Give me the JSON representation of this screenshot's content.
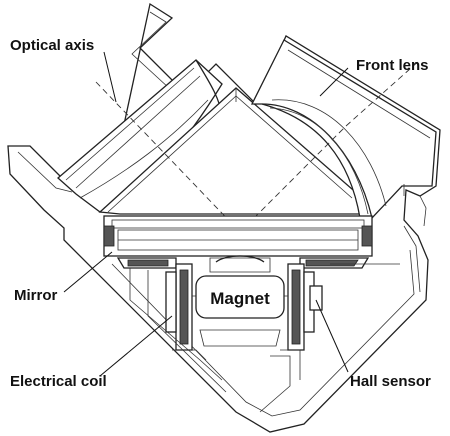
{
  "labels": {
    "optical_axis": "Optical axis",
    "front_lens": "Front lens",
    "mirror": "Mirror",
    "magnet": "Magnet",
    "electrical_coil": "Electrical coil",
    "hall_sensor": "Hall sensor"
  },
  "colors": {
    "line": "#222222",
    "background": "#ffffff",
    "text": "#111111"
  }
}
